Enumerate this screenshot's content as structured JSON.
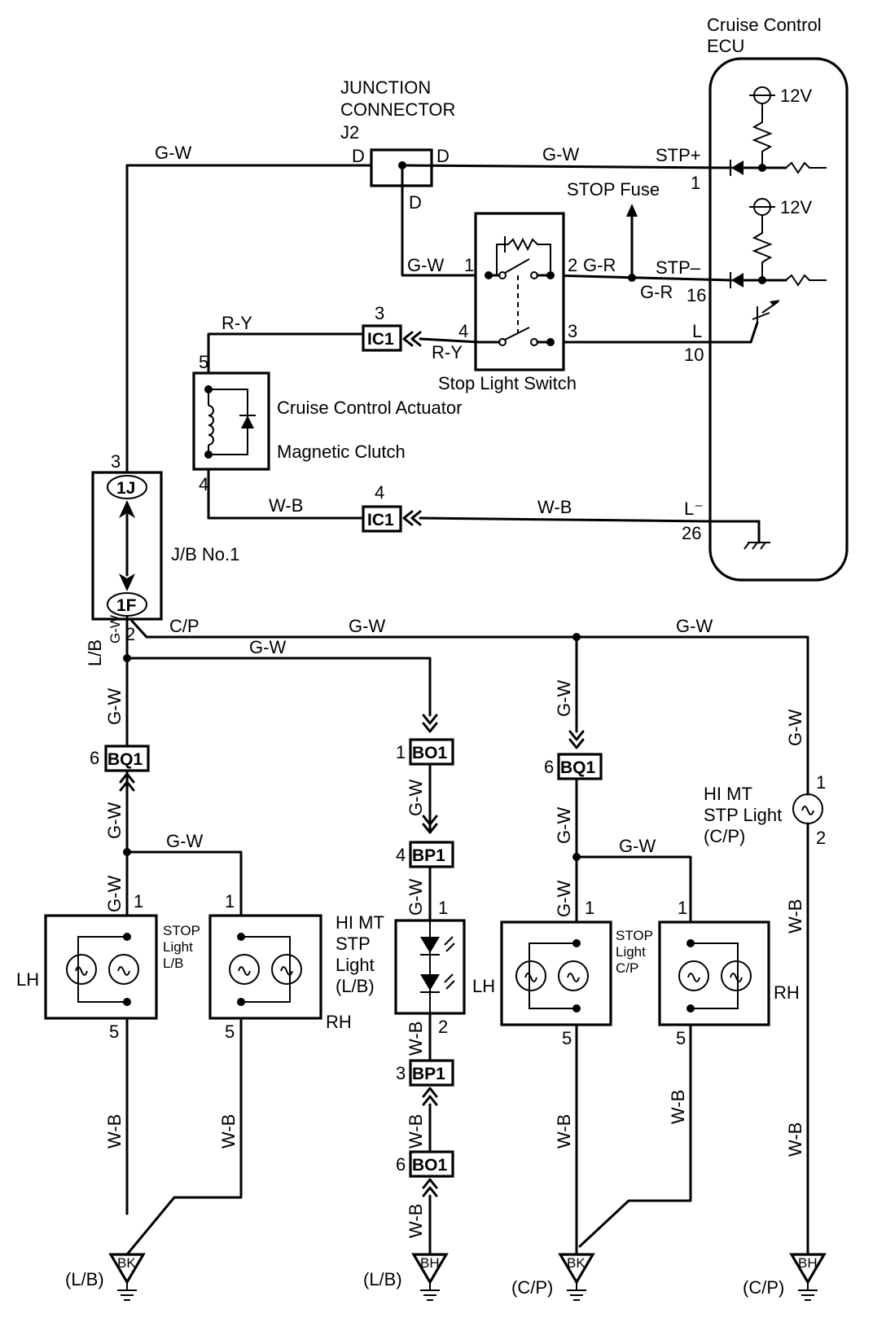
{
  "ecu": {
    "title_line1": "Cruise Control",
    "title_line2": "ECU",
    "v12_top": "12V",
    "v12_mid": "12V",
    "stp_plus": "STP+",
    "stp_plus_pin": "1",
    "stp_minus": "STP–",
    "stp_minus_pin": "16",
    "l": "L",
    "l_pin": "10",
    "l_minus": "L⁻",
    "l_minus_pin": "26"
  },
  "junction": {
    "title1": "JUNCTION",
    "title2": "CONNECTOR",
    "id": "J2",
    "pin_left": "D",
    "pin_right": "D",
    "pin_bottom": "D"
  },
  "wires": {
    "gw_top_left": "G-W",
    "gw_top_right": "G-W",
    "gw_switch_in": "G-W",
    "gr_switch_out": "G-R",
    "gr_ecu": "G-R",
    "stop_fuse": "STOP Fuse",
    "ry_top": "R-Y",
    "ry_switch": "R-Y",
    "wb_actuator": "W-B",
    "wb_ecu": "W-B",
    "cp": "C/P",
    "gw_bus_mid": "G-W",
    "gw_bus_right": "G-W",
    "gw_lb_branch": "G-W",
    "gw_jb_vert": "G-W",
    "lb_vert": "L/B",
    "gw_left_1": "G-W",
    "gw_left_2": "G-W",
    "gw_left_3": "G-W",
    "gw_left_branch": "G-W",
    "gw_mid_1": "G-W",
    "gw_mid_2": "G-W",
    "wb_mid_1": "W-B",
    "wb_mid_2": "W-B",
    "wb_mid_3": "W-B",
    "gw_cp_1": "G-W",
    "gw_cp_2": "G-W",
    "gw_cp_3": "G-W",
    "gw_cp_branch": "G-W",
    "gw_far_right": "G-W",
    "wb_far_right_1": "W-B",
    "wb_far_right_2": "W-B",
    "wb_left_1": "W-B",
    "wb_left_2": "W-B",
    "wb_cp_1": "W-B",
    "wb_cp_2": "W-B"
  },
  "switch": {
    "label": "Stop Light Switch",
    "pin1": "1",
    "pin2": "2",
    "pin3": "3",
    "pin4": "4"
  },
  "actuator": {
    "label1": "Cruise Control Actuator",
    "label2": "Magnetic Clutch",
    "pin5": "5",
    "pin4": "4"
  },
  "connectors": {
    "ic1_top": "IC1",
    "ic1_top_pin": "3",
    "ic1_bottom": "IC1",
    "ic1_bottom_pin": "4",
    "bq1_left": "BQ1",
    "bq1_left_pin": "6",
    "bo1_top": "BO1",
    "bo1_top_pin": "1",
    "bp1_top": "BP1",
    "bp1_top_pin": "4",
    "bp1_bottom": "BP1",
    "bp1_bottom_pin": "3",
    "bo1_bottom": "BO1",
    "bo1_bottom_pin": "6",
    "bq1_right": "BQ1",
    "bq1_right_pin": "6"
  },
  "jb": {
    "label": "J/B No.1",
    "top": "1J",
    "bottom": "1F",
    "pin_top": "3",
    "pin_bottom": "2"
  },
  "lamps": {
    "lb_lh": "LH",
    "lb_stop1": "STOP",
    "lb_stop2": "Light",
    "lb_stop3": "L/B",
    "lb_rh": "RH",
    "lb_pin1a": "1",
    "lb_pin1b": "1",
    "lb_pin5a": "5",
    "lb_pin5b": "5",
    "himt_lb1": "HI MT",
    "himt_lb2": "STP",
    "himt_lb3": "Light",
    "himt_lb4": "(L/B)",
    "himt_lb_pin1": "1",
    "himt_lb_pin2": "2",
    "cp_lh": "LH",
    "cp_stop1": "STOP",
    "cp_stop2": "Light",
    "cp_stop3": "C/P",
    "cp_rh": "RH",
    "cp_pin1a": "1",
    "cp_pin1b": "1",
    "cp_pin5a": "5",
    "cp_pin5b": "5",
    "himt_cp1": "HI MT",
    "himt_cp2": "STP Light",
    "himt_cp3": "(C/P)",
    "himt_cp_pin1": "1",
    "himt_cp_pin2": "2"
  },
  "grounds": {
    "g1_code": "BK",
    "g1_label": "(L/B)",
    "g2_code": "BH",
    "g2_label": "(L/B)",
    "g3_code": "BK",
    "g3_label": "(C/P)",
    "g4_code": "BH",
    "g4_label": "(C/P)"
  }
}
